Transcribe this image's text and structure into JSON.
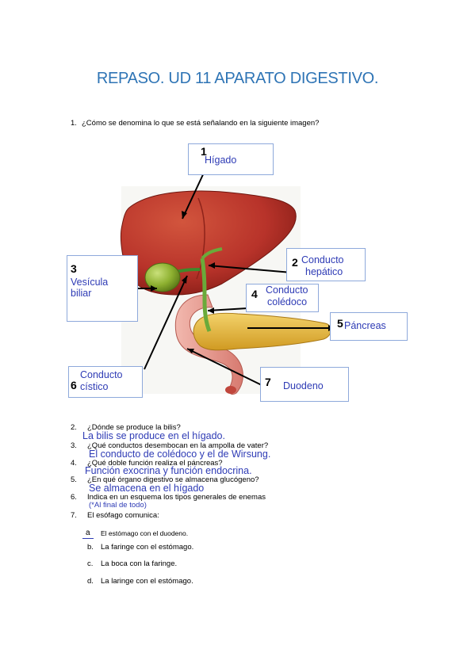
{
  "title": "REPASO. UD 11 APARATO DIGESTIVO.",
  "q1": {
    "num": "1.",
    "text": "¿Cómo se denomina lo que se está señalando en la siguiente imagen?"
  },
  "labels": {
    "l1": {
      "num": "1",
      "text": "Hígado"
    },
    "l2": {
      "num": "2",
      "line1": "Conducto",
      "line2": "hepático"
    },
    "l3": {
      "num": "3",
      "line1": "Vesícula",
      "line2": "biliar"
    },
    "l4": {
      "num": "4",
      "line1": "Conducto",
      "line2": "colédoco"
    },
    "l5": {
      "num": "5",
      "text": "Páncreas"
    },
    "l6": {
      "num": "6",
      "line1": "Conducto",
      "line2": "cístico"
    },
    "l7": {
      "num": "7",
      "text": "Duodeno"
    }
  },
  "questions": [
    {
      "num": "2.",
      "text": "¿Dónde se produce la bilis?",
      "answer": "La bilis se produce en el hígado."
    },
    {
      "num": "3.",
      "text": "¿Qué conductos desembocan en la ampolla de vater?",
      "answer": "El conducto de colédoco y el de Wirsung."
    },
    {
      "num": "4.",
      "text": "¿Qué doble función realiza el páncreas?",
      "answer": "Función exocrina y función endocrina."
    },
    {
      "num": "5.",
      "text": "¿En qué órgano digestivo se almacena glucógeno?",
      "answer": "Se almacena en el hígado"
    },
    {
      "num": "6.",
      "text": "Indica en un esquema los tipos generales de enemas",
      "answer": "(*Al final de todo)"
    },
    {
      "num": "7.",
      "text": "El esófago comunica:",
      "answer": ""
    }
  ],
  "options": [
    {
      "letter": "a",
      "text": "El estómago con el duodeno."
    },
    {
      "letter": "b.",
      "text": "La faringe con el estómago."
    },
    {
      "letter": "c.",
      "text": "La boca con la faringe."
    },
    {
      "letter": "d.",
      "text": "La laringe con el estómago."
    }
  ],
  "colors": {
    "title": "#2E74B5",
    "answer": "#2E3BB5",
    "liver": "#B8332A",
    "gallbladder": "#8DB030",
    "pancreas": "#E8B83A",
    "duodenum": "#E89A90",
    "box_border": "#8EA9DB"
  }
}
